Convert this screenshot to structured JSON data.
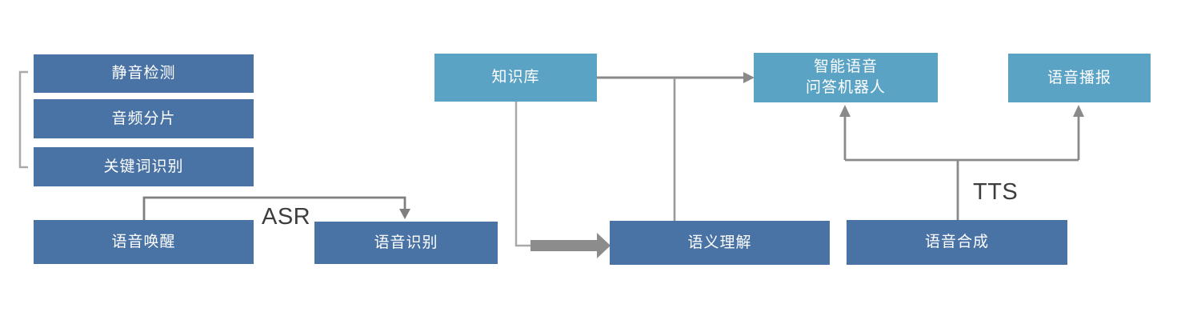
{
  "diagram": {
    "type": "flowchart",
    "nodes": {
      "silence_detection": {
        "label": "静音检测"
      },
      "audio_slicing": {
        "label": "音频分片"
      },
      "keyword_recognition": {
        "label": "关键词识别"
      },
      "voice_wakeup": {
        "label": "语音唤醒"
      },
      "speech_recognition": {
        "label": "语音识别"
      },
      "knowledge_base": {
        "label": "知识库"
      },
      "semantic_understanding": {
        "label": "语义理解"
      },
      "speech_synthesis": {
        "label": "语音合成"
      },
      "qa_robot": {
        "line1": "智能语音",
        "line2": "问答机器人"
      },
      "voice_broadcast": {
        "label": "语音播报"
      }
    },
    "edge_labels": {
      "asr": "ASR",
      "tts": "TTS"
    },
    "edges": [
      "语音唤醒 -> 语音识别 (ASR)",
      "知识库 -> 语义理解 (thick arrow)",
      "知识库 -> 智能语音问答机器人",
      "语义理解 -> 知识库-机器人连线 (branch)",
      "语音合成 -> 智能语音问答机器人 (TTS)",
      "语音合成 -> 语音播报 (TTS)",
      "bracket groups 静音检测/音频分片/关键词识别"
    ],
    "colors": {
      "node_dark": "#4A73A5",
      "node_light": "#5BA3C4",
      "connector_gray": "#8A8A8A",
      "connector_light_gray": "#A9A9A9",
      "thick_arrow_gray": "#8C8C8C",
      "edge_label_text": "#3D3D3D",
      "node_text": "#FFFFFF",
      "background": "#FFFFFF"
    }
  }
}
